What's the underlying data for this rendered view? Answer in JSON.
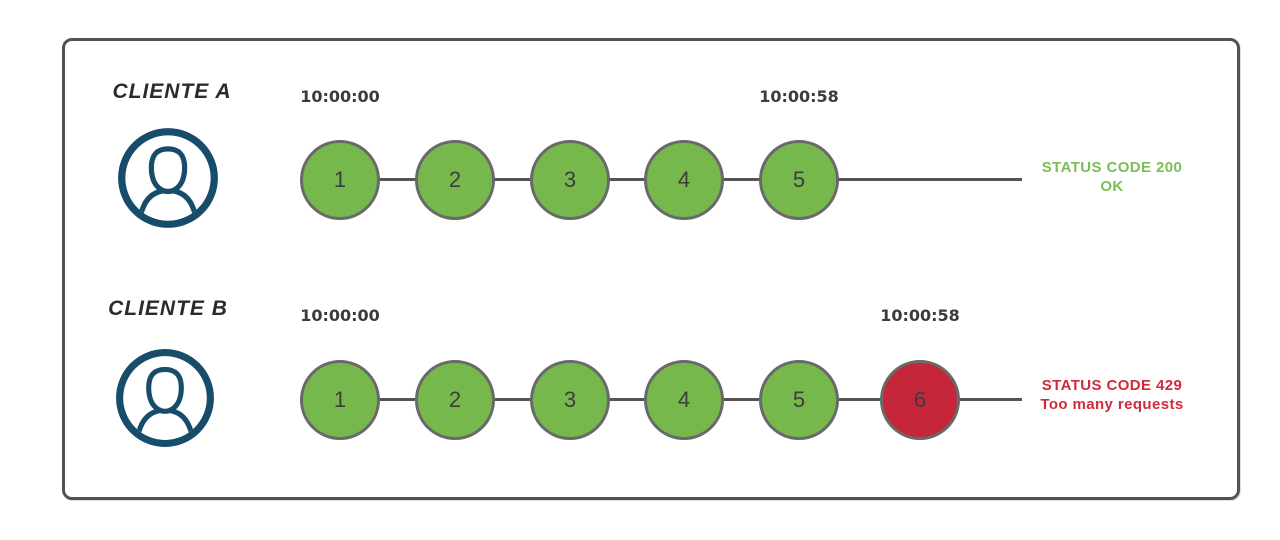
{
  "colors": {
    "ok_fill": "#77B84D",
    "blocked_fill": "#C6263A",
    "node_border": "#696969",
    "track": "#555555",
    "timestamp_text": "#3B3B3B",
    "label_text": "#2B2B2B",
    "avatar_stroke": "#174D6B",
    "frame_border": "#525252",
    "status_ok": "#7CBD55",
    "status_error": "#D32A3B"
  },
  "clients": [
    {
      "label": "CLIENTE A",
      "avatar_icon": "user-circle-icon",
      "start_time": "10:00:00",
      "end_time": "10:00:58",
      "requests": [
        "1",
        "2",
        "3",
        "4",
        "5"
      ],
      "status": {
        "code_line": "STATUS CODE 200",
        "message_line": "OK"
      }
    },
    {
      "label": "CLIENTE B",
      "avatar_icon": "user-circle-icon",
      "start_time": "10:00:00",
      "end_time": "10:00:58",
      "requests": [
        "1",
        "2",
        "3",
        "4",
        "5",
        "6"
      ],
      "blocked_request": "6",
      "status": {
        "code_line": "STATUS CODE 429",
        "message_line": "Too many requests"
      }
    }
  ]
}
